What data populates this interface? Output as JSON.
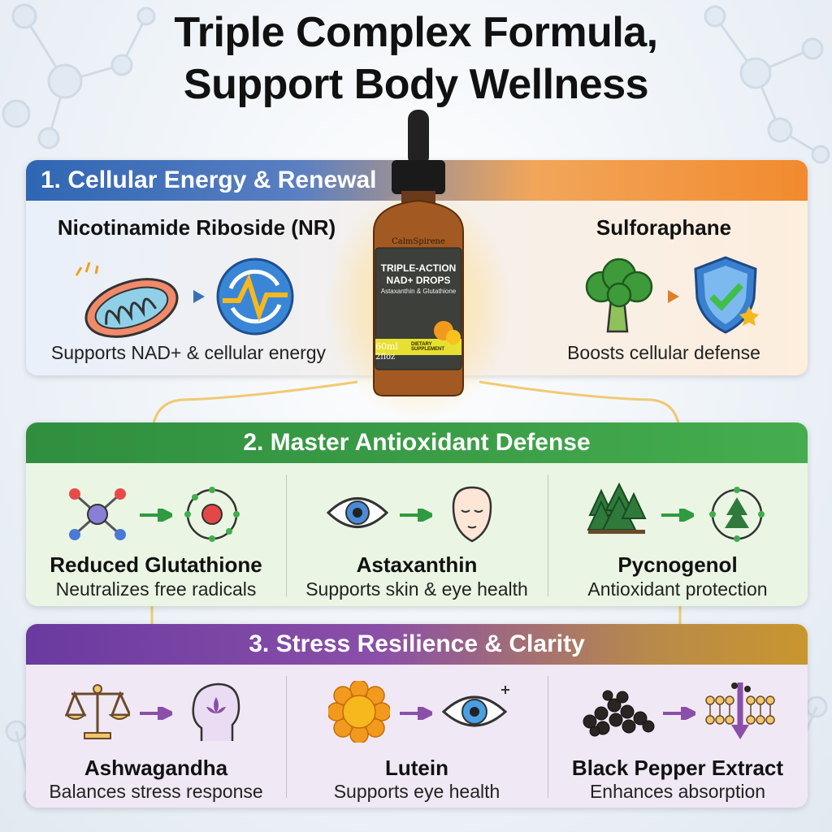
{
  "header": {
    "line1": "Triple Complex Formula,",
    "line2": "Support Body Wellness"
  },
  "product": {
    "brand": "CalmSpirene",
    "name_line1": "TRIPLE-ACTION",
    "name_line2": "NAD+ DROPS",
    "subtitle": "Astaxanthin & Glutathione",
    "volume": "60ml",
    "ounces": "2floz",
    "badge": "DIETARY SUPPLEMENT"
  },
  "sections": [
    {
      "title": "1. Cellular Energy & Renewal",
      "colors": [
        "#2f66b3",
        "#f28a2e"
      ],
      "items": [
        {
          "name": "Nicotinamide Riboside (NR)",
          "benefit": "Supports NAD+ & cellular energy",
          "icons": [
            "mitochondria-icon",
            "energy-cycle-icon"
          ]
        },
        {
          "name": "Sulforaphane",
          "benefit": "Boosts cellular defense",
          "icons": [
            "broccoli-icon",
            "shield-check-icon"
          ]
        }
      ]
    },
    {
      "title": "2. Master Antioxidant Defense",
      "colors": [
        "#2f8f3f",
        "#3fae4c"
      ],
      "items": [
        {
          "name": "Reduced Glutathione",
          "benefit": "Neutralizes free radicals",
          "icons": [
            "molecule-icon",
            "atom-icon"
          ]
        },
        {
          "name": "Astaxanthin",
          "benefit": "Supports skin & eye health",
          "icons": [
            "eye-icon",
            "face-icon"
          ]
        },
        {
          "name": "Pycnogenol",
          "benefit": "Antioxidant protection",
          "icons": [
            "pine-trees-icon",
            "tree-circle-icon"
          ]
        }
      ]
    },
    {
      "title": "3. Stress Resilience & Clarity",
      "colors": [
        "#6a3aa0",
        "#c9962e"
      ],
      "items": [
        {
          "name": "Ashwagandha",
          "benefit": "Balances stress response",
          "icons": [
            "balance-scale-icon",
            "head-lotus-icon"
          ]
        },
        {
          "name": "Lutein",
          "benefit": "Supports eye health",
          "icons": [
            "marigold-icon",
            "eye-sparkle-icon"
          ]
        },
        {
          "name": "Black Pepper Extract",
          "benefit": "Enhances absorption",
          "icons": [
            "peppercorns-icon",
            "membrane-icon"
          ]
        }
      ]
    }
  ]
}
